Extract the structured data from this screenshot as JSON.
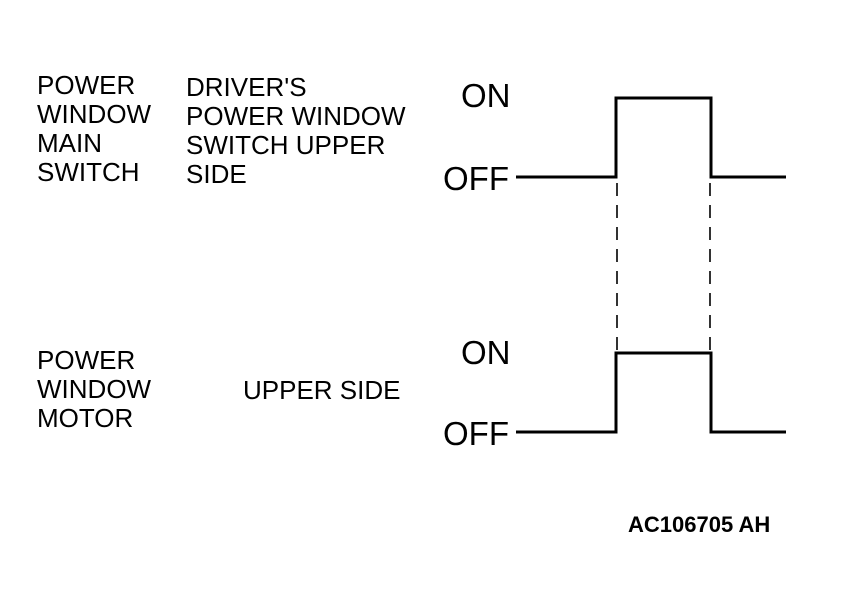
{
  "rows": [
    {
      "component_lines": [
        "POWER",
        "WINDOW",
        "MAIN",
        "SWITCH"
      ],
      "detail_lines": [
        "DRIVER'S",
        "POWER WINDOW",
        "SWITCH UPPER",
        "SIDE"
      ],
      "on_label": "ON",
      "off_label": "OFF"
    },
    {
      "component_lines": [
        "POWER",
        "WINDOW",
        "MOTOR"
      ],
      "detail_lines": [
        "UPPER SIDE"
      ],
      "on_label": "ON",
      "off_label": "OFF"
    }
  ],
  "figure_code": "AC106705 AH",
  "line_color": "#000000"
}
